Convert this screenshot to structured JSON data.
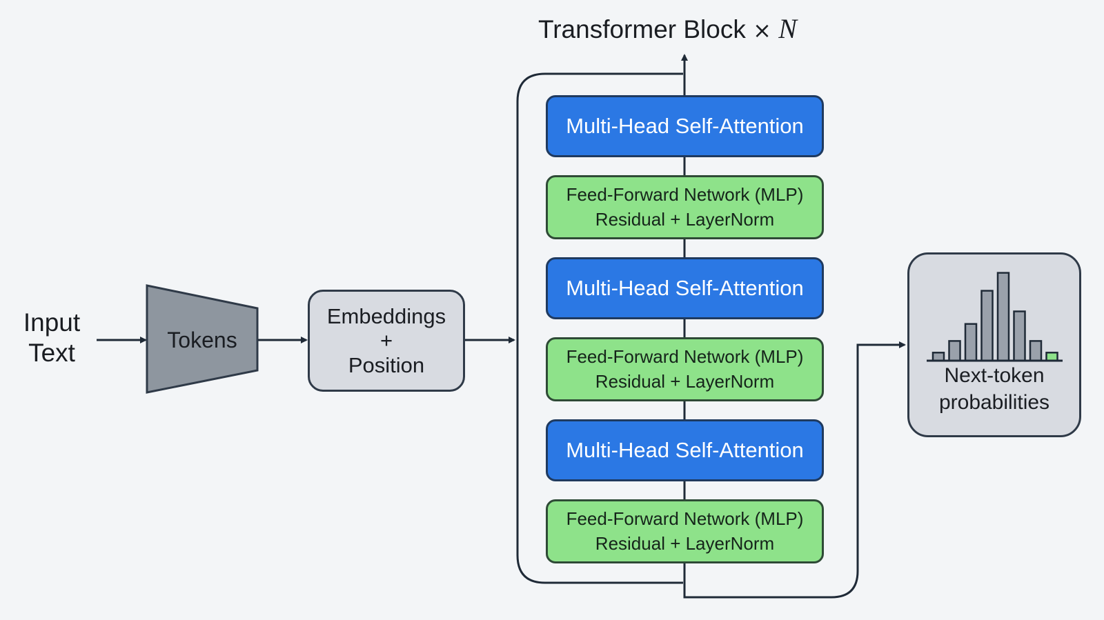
{
  "diagram": {
    "title": {
      "prefix": "Transformer Block",
      "operator": "×",
      "variable": "N"
    },
    "input_label": {
      "line1": "Input",
      "line2": "Text"
    },
    "tokens_label": "Tokens",
    "embeddings_label": {
      "line1": "Embeddings",
      "line2": "+",
      "line3": "Position"
    },
    "blocks": [
      {
        "attention": "Multi-Head Self-Attention",
        "ffn_line1": "Feed-Forward Network (MLP)",
        "ffn_line2": "Residual + LayerNorm"
      },
      {
        "attention": "Multi-Head Self-Attention",
        "ffn_line1": "Feed-Forward Network (MLP)",
        "ffn_line2": "Residual + LayerNorm"
      },
      {
        "attention": "Multi-Head Self-Attention",
        "ffn_line1": "Feed-Forward Network (MLP)",
        "ffn_line2": "Residual + LayerNorm"
      }
    ],
    "output_label": {
      "line1": "Next-token",
      "line2": "probabilities"
    },
    "histogram_levels": [
      0.09,
      0.22,
      0.41,
      0.78,
      0.98,
      0.55,
      0.22,
      0.09
    ],
    "highlight_bar_index": 7,
    "colors": {
      "attention": "#2b78e4",
      "ffn": "#8ee28a",
      "neutral_box": "#d8dbe1",
      "tokens_shape": "#8e969f",
      "line": "#1f2a37",
      "bar": "#9aa1ab",
      "bar_highlight": "#8ee28a"
    }
  }
}
